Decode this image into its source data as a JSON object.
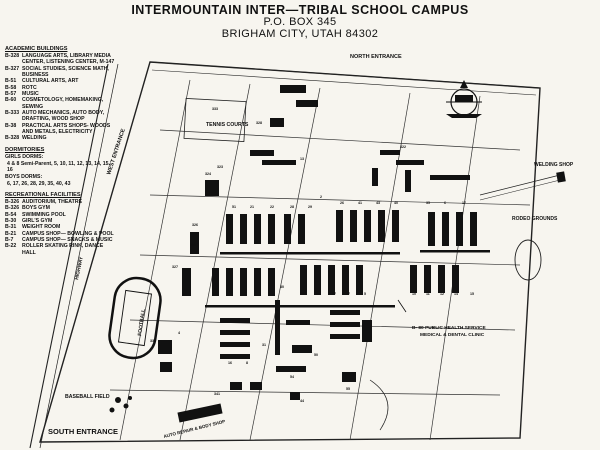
{
  "header": {
    "title": "INTERMOUNTAIN INTER—TRIBAL SCHOOL CAMPUS",
    "po_box": "P.O. BOX 345",
    "city": "BRIGHAM CITY, UTAH   84302"
  },
  "legend": {
    "academic": {
      "heading": "ACADEMIC BUILDINGS",
      "items": [
        {
          "code": "B-328",
          "desc": "LANGUAGE ARTS, LIBRARY MEDIA CENTER, LISTENING CENTER, M-147"
        },
        {
          "code": "B-327",
          "desc": "SOCIAL STUDIES, SCIENCE MATH, BUSINESS"
        },
        {
          "code": "B-51",
          "desc": "CULTURAL ARTS, ART"
        },
        {
          "code": "B-58",
          "desc": "ROTC"
        },
        {
          "code": "B-57",
          "desc": "MUSIC"
        },
        {
          "code": "B-60",
          "desc": "COSMETOLOGY, HOMEMAKING, SEWING"
        },
        {
          "code": "B-333",
          "desc": "AUTO MECHANICS, AUTO BODY, DRAFTING, WOOD SHOP"
        },
        {
          "code": "B-38",
          "desc": "PRACTICAL ARTS SHOPS- WOODS AND METALS, ELECTRICITY"
        },
        {
          "code": "B-328",
          "desc": "WELDING"
        }
      ]
    },
    "dormitories": {
      "heading": "DORMITORIES",
      "girls_label": "GIRLS DORMS:",
      "girls_value": "4 & 8 Semi-Parent, 5, 10, 11, 12, 13, 14, 15, 16",
      "boys_label": "BOYS DORMS:",
      "boys_value": "6, 17, 26, 28, 29, 35, 40, 43"
    },
    "recreational": {
      "heading": "RECREATIONAL FACILITIES",
      "items": [
        {
          "code": "B-326",
          "desc": "AUDITORIUM, THEATRE"
        },
        {
          "code": "B-326",
          "desc": "BOYS GYM"
        },
        {
          "code": "B-54",
          "desc": "SWIMMING POOL"
        },
        {
          "code": "B-30",
          "desc": "GIRL'S GYM"
        },
        {
          "code": "B-31",
          "desc": "WEIGHT ROOM"
        },
        {
          "code": "B-21",
          "desc": "CAMPUS SHOP— BOWLING & POOL"
        },
        {
          "code": "B-7",
          "desc": "CAMPUS SHOP— SNACKS & MUSIC"
        },
        {
          "code": "B-22",
          "desc": "ROLLER SKATING RINK, DANCE HALL"
        }
      ]
    }
  },
  "map": {
    "north_entrance": "NORTH ENTRANCE",
    "west_entrance": "WEST ENTRANCE",
    "highway": "HIGHWAY",
    "tennis_courts": "TENNIS COURTS",
    "welding_shop": "WELDING SHOP",
    "rodeo_grounds": "RODEO GROUNDS",
    "public_health": "B- 80  PUBLIC HEALTH SERVICE",
    "medical_clinic": "MEDICAL & DENTAL CLINIC",
    "baseball_field": "BASEBALL FIELD",
    "south_entrance": "SOUTH ENTRANCE",
    "auto_repair": "AUTO REPAIR & BODY SHOP",
    "football_field": "FOOTBALL",
    "building_labels": [
      "324",
      "326",
      "327",
      "328",
      "333",
      "331",
      "323",
      "322",
      "341",
      "334",
      "51",
      "21",
      "22",
      "28",
      "29",
      "26",
      "41",
      "43",
      "40",
      "35",
      "6",
      "17",
      "2",
      "13",
      "30",
      "60",
      "58",
      "57",
      "7",
      "5",
      "10",
      "11",
      "12",
      "14",
      "15",
      "16",
      "8",
      "4",
      "54",
      "31",
      "50",
      "55",
      "44"
    ]
  }
}
